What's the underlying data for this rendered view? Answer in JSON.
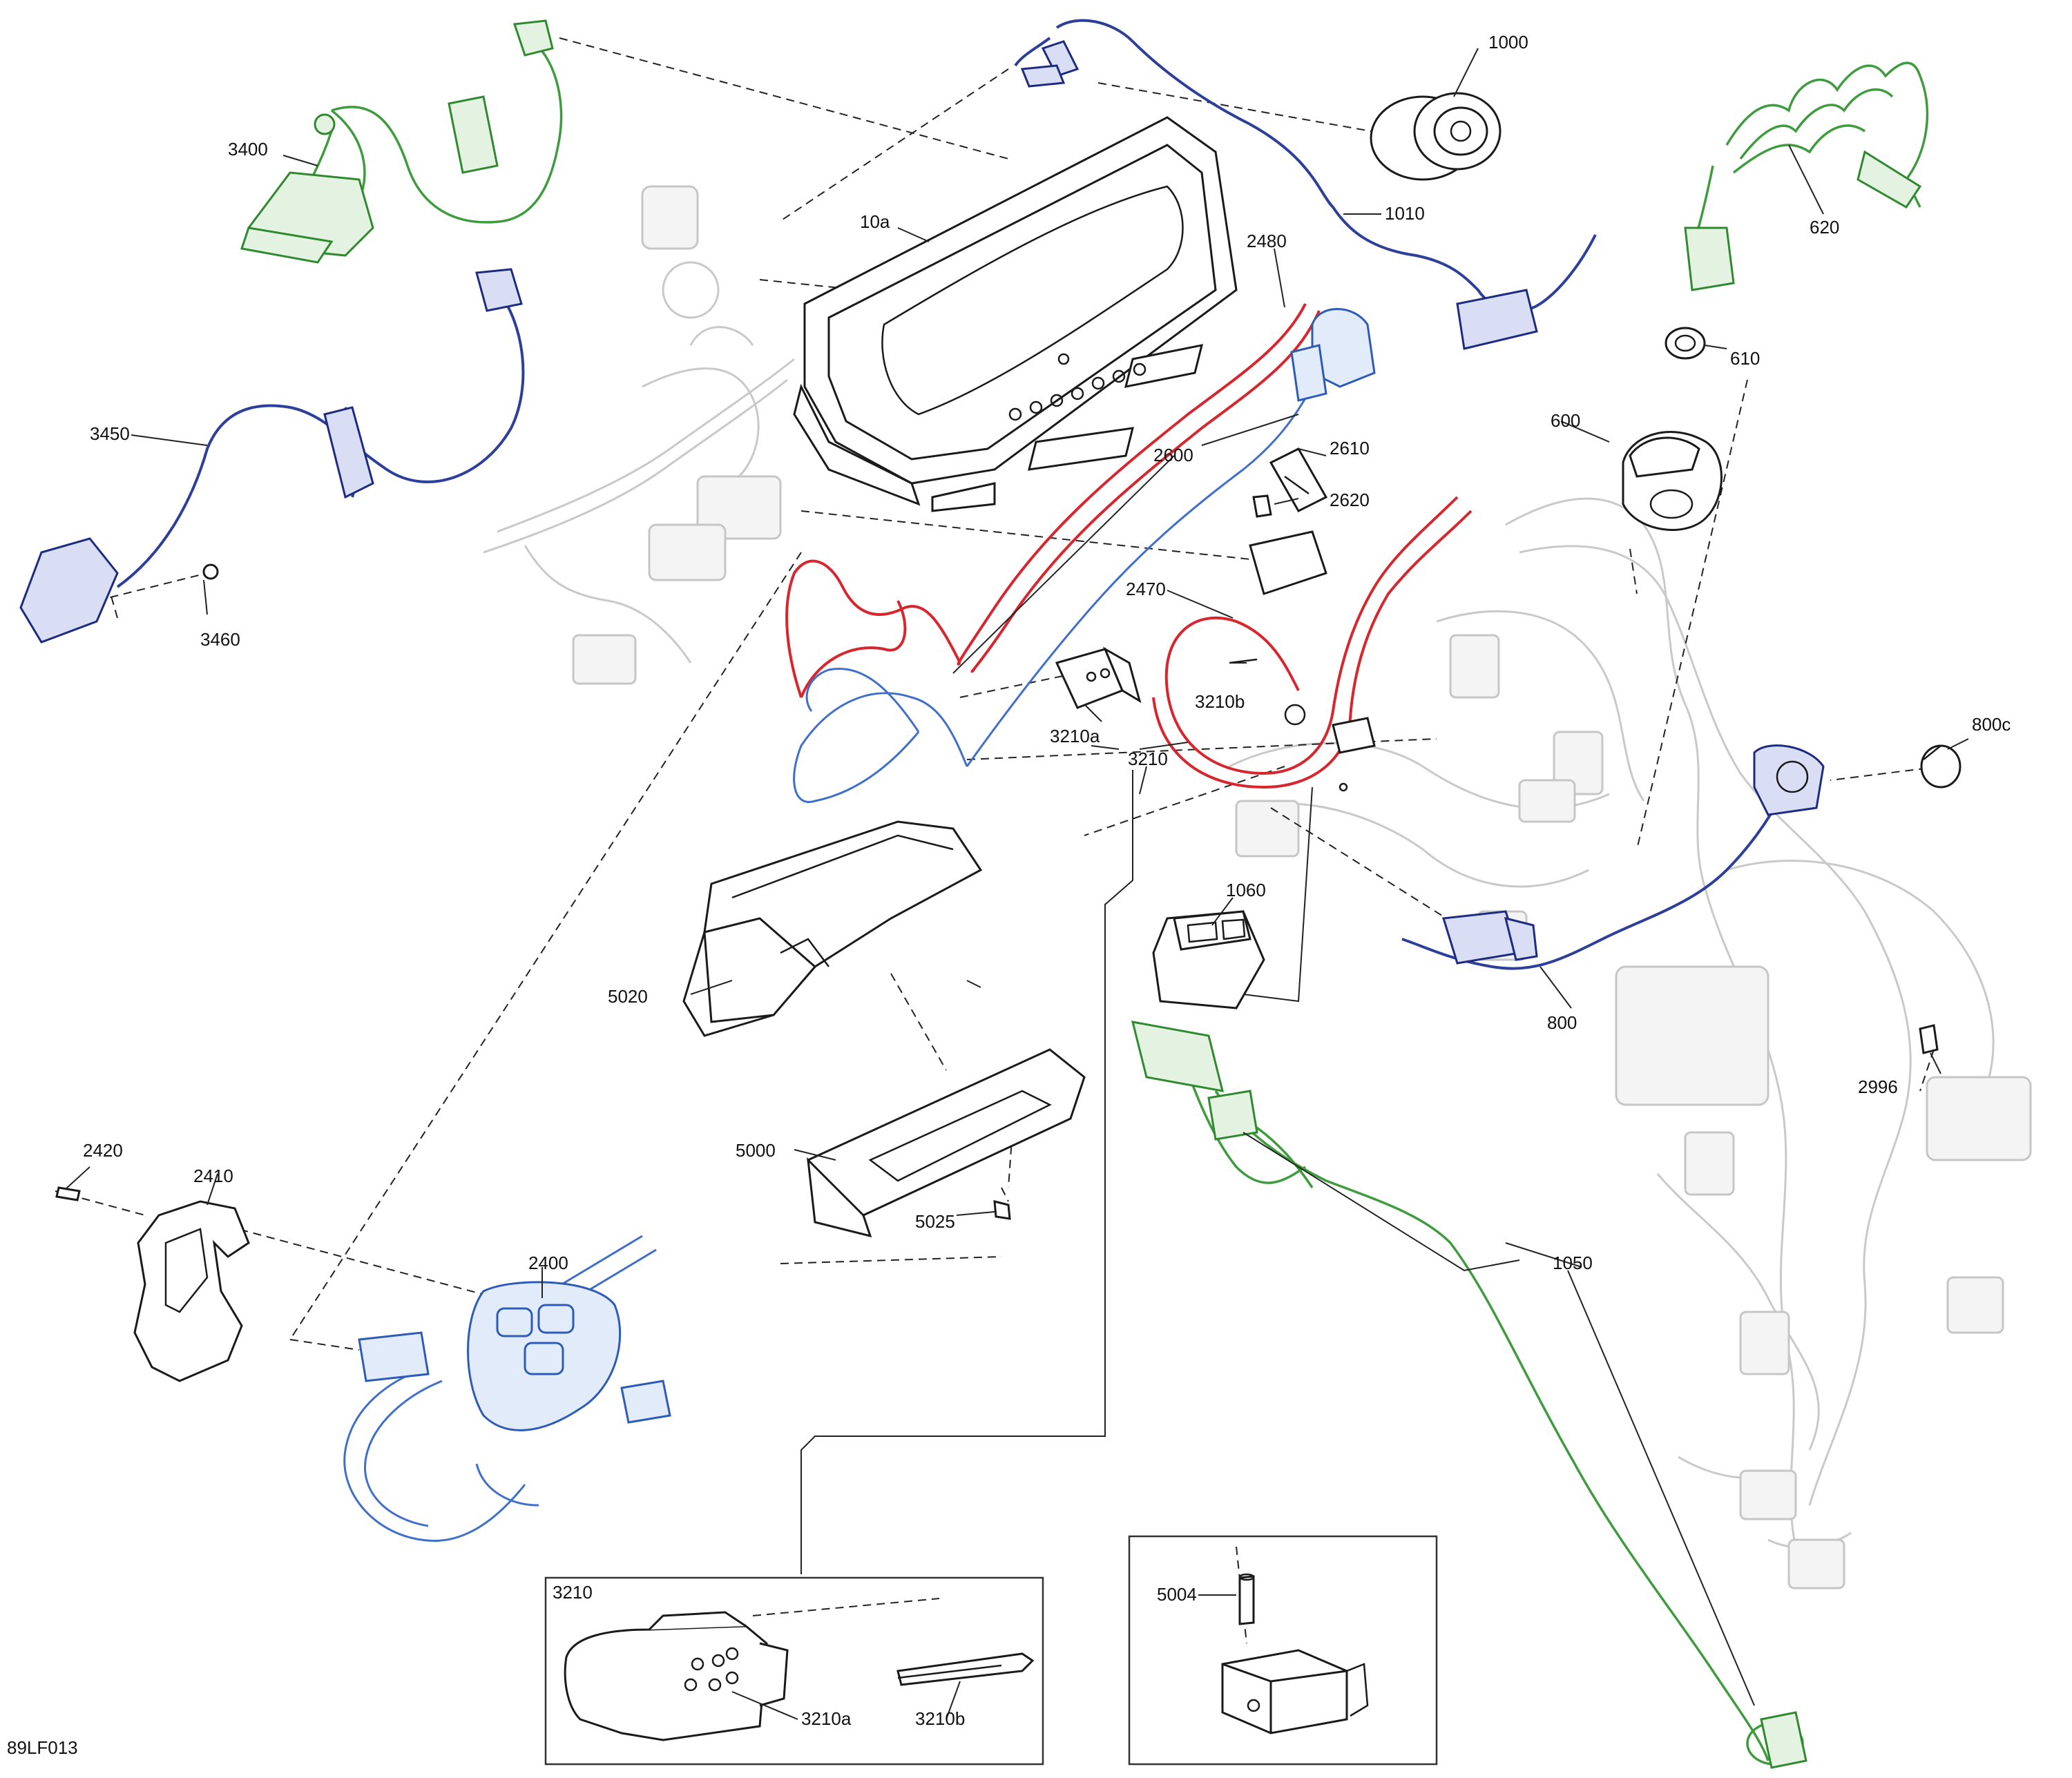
{
  "diagram_code": "89LF013",
  "labels": {
    "p1000": "1000",
    "p1010": "1010",
    "p10a": "10a",
    "p2480": "2480",
    "p620": "620",
    "p610": "610",
    "p600": "600",
    "p3400": "3400",
    "p3450": "3450",
    "p3460": "3460",
    "p2600": "2600",
    "p2610": "2610",
    "p2620": "2620",
    "p2470": "2470",
    "p3210b": "3210b",
    "p3210a": "3210a",
    "p3210": "3210",
    "p800c": "800c",
    "p1060": "1060",
    "p5020": "5020",
    "p800": "800",
    "p2996": "2996",
    "p5000": "5000",
    "p5025": "5025",
    "p2420": "2420",
    "p2410": "2410",
    "p2400": "2400",
    "p1050": "1050",
    "p5004": "5004"
  },
  "insets": {
    "connector_title": "3210",
    "connector_a": "3210a",
    "connector_b": "3210b"
  },
  "colors": {
    "harness_blue": "#2c3f9a",
    "light_blue": "#3f6fc9",
    "green": "#3e9c3e",
    "red": "#d8262e",
    "ghost_gray": "#c9c9c9"
  }
}
